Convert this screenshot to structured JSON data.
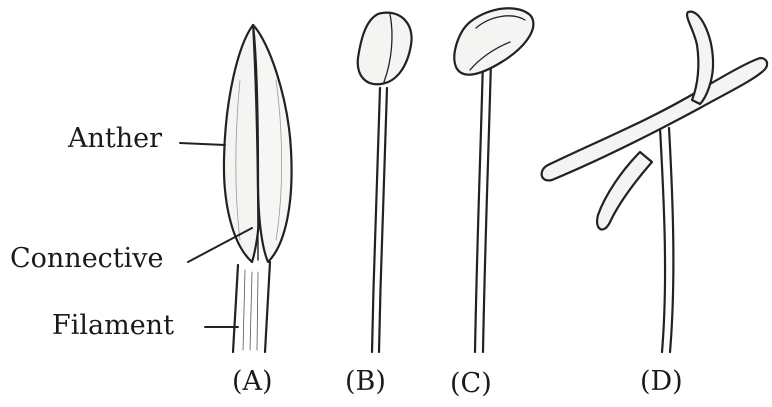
{
  "labels": {
    "anther": "Anther",
    "connective": "Connective",
    "filament": "Filament"
  },
  "captions": {
    "a": "(A)",
    "b": "(B)",
    "c": "(C)",
    "d": "(D)"
  }
}
